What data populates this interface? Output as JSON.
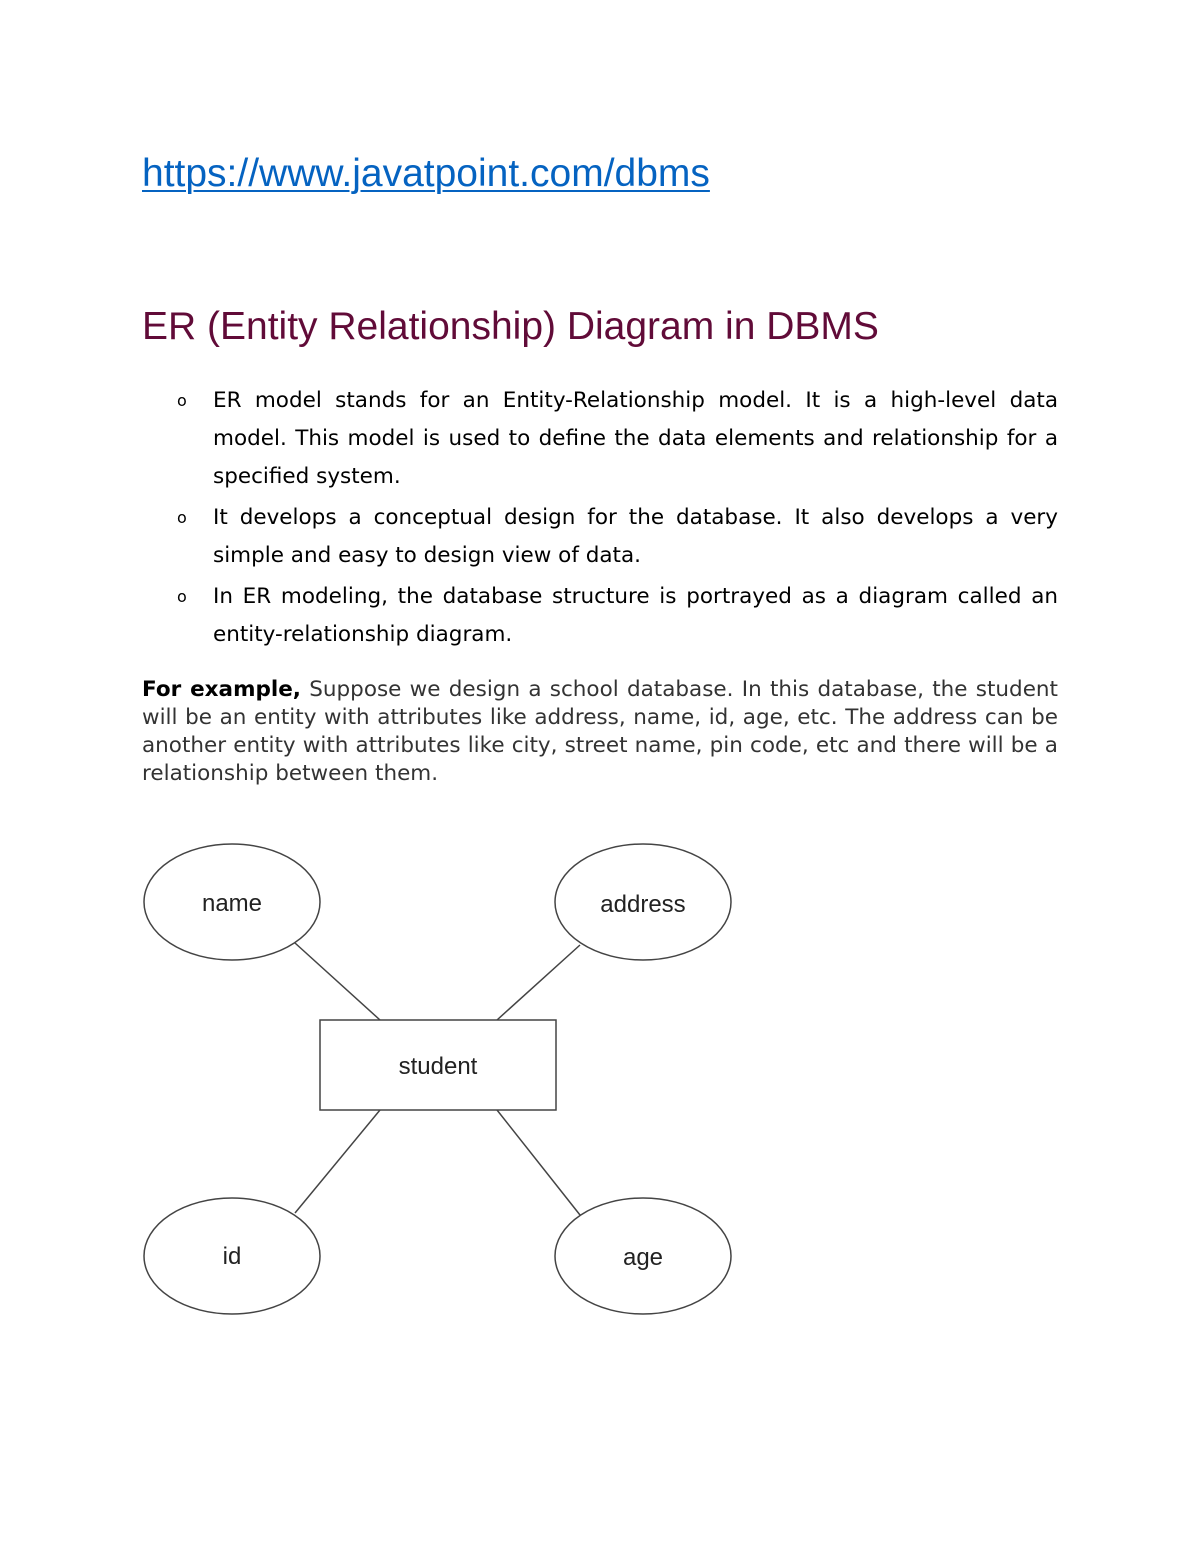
{
  "link": {
    "text": "https://www.javatpoint.com/dbms"
  },
  "heading": "ER (Entity Relationship) Diagram in DBMS",
  "bullets": [
    {
      "marker": "o",
      "text": "ER model stands for an Entity-Relationship model. It is a high-level data model. This model is used to define the data elements and relationship for a specified system."
    },
    {
      "marker": "o",
      "text": "It develops a conceptual design for the database. It also develops a very simple and easy to design view of data."
    },
    {
      "marker": "o",
      "text": "In ER modeling, the database structure is portrayed as a diagram called an entity-relationship diagram."
    }
  ],
  "example": {
    "lead": "For example,",
    "text": " Suppose we design a school database. In this database, the student will be an entity with attributes like address, name, id, age, etc. The address can be another entity with attributes like city, street name, pin code, etc and there will be a relationship between them."
  },
  "diagram": {
    "entity": "student",
    "attributes": [
      "name",
      "address",
      "id",
      "age"
    ]
  }
}
